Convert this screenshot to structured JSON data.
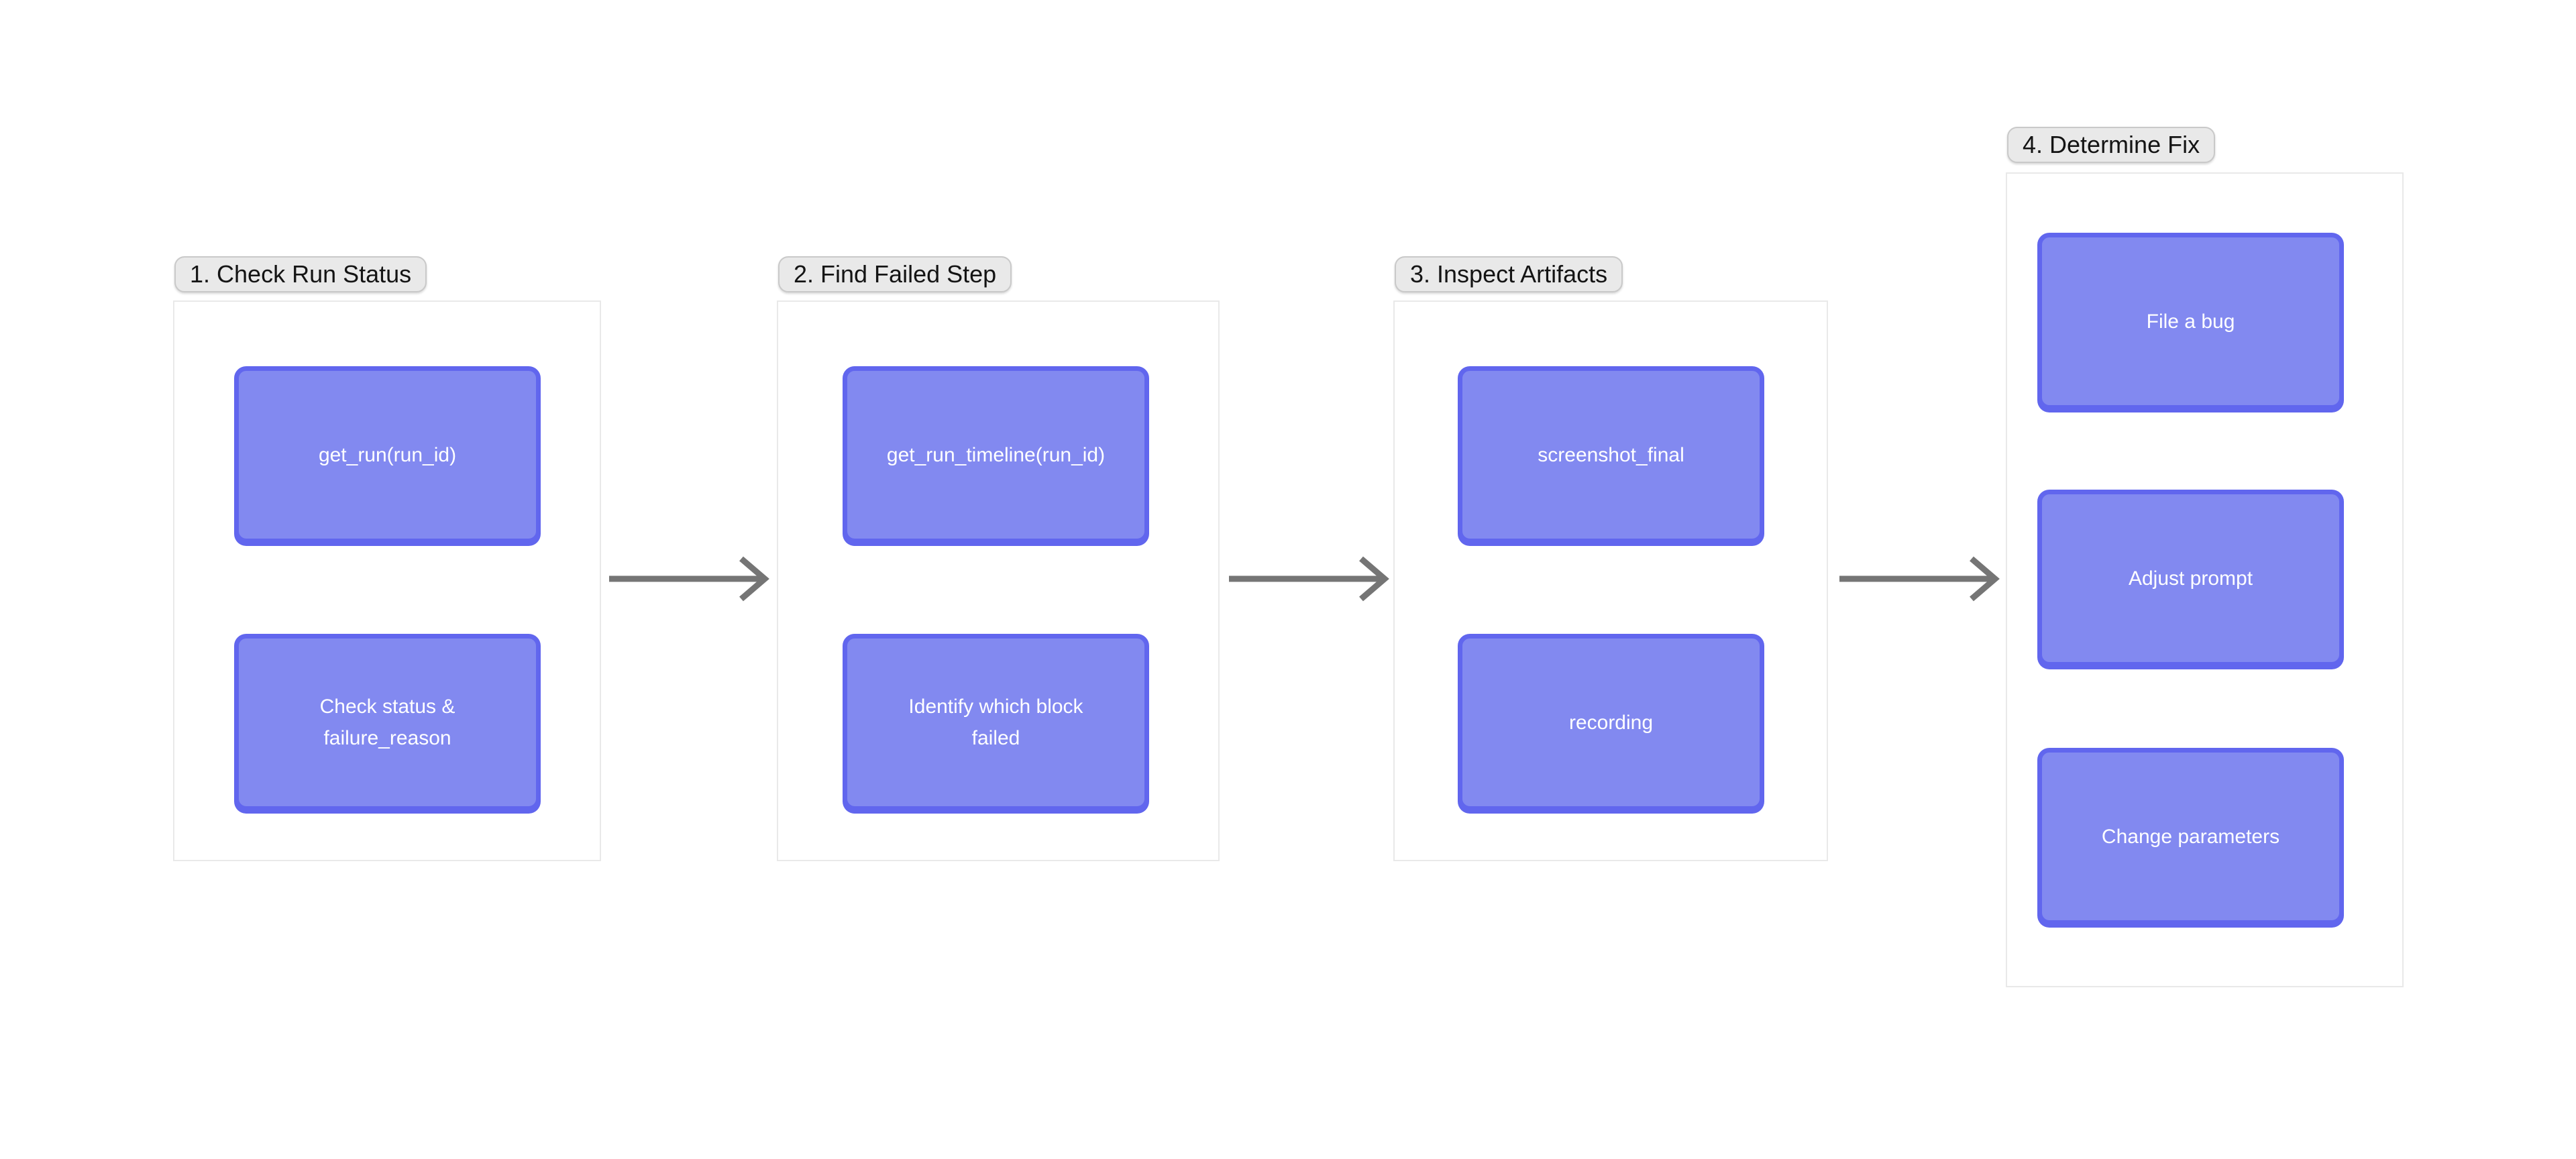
{
  "colors": {
    "canvas_bg": "#ffffff",
    "group_bg": "#ffffff",
    "group_border": "#e9e9e9",
    "badge_bg": "#e9e9e9",
    "badge_border": "#c9c9c9",
    "badge_text": "#141414",
    "node_fill": "#8289f0",
    "node_border": "#6166ee",
    "node_text": "#ffffff",
    "arrow": "#757575"
  },
  "groups": [
    {
      "label": "1. Check Run Status",
      "nodes": [
        {
          "lines": [
            "get_run(run_id)"
          ]
        },
        {
          "lines": [
            "Check status &",
            "failure_reason"
          ]
        }
      ]
    },
    {
      "label": "2. Find Failed Step",
      "nodes": [
        {
          "lines": [
            "get_run_timeline(run_id)"
          ]
        },
        {
          "lines": [
            "Identify which block",
            "failed"
          ]
        }
      ]
    },
    {
      "label": "3. Inspect Artifacts",
      "nodes": [
        {
          "lines": [
            "screenshot_final"
          ]
        },
        {
          "lines": [
            "recording"
          ]
        }
      ]
    },
    {
      "label": "4. Determine Fix",
      "nodes": [
        {
          "lines": [
            "File a bug"
          ]
        },
        {
          "lines": [
            "Adjust prompt"
          ]
        },
        {
          "lines": [
            "Change parameters"
          ]
        }
      ]
    }
  ],
  "arrows": [
    {
      "from": "step-1",
      "to": "step-2"
    },
    {
      "from": "step-2",
      "to": "step-3"
    },
    {
      "from": "step-3",
      "to": "step-4"
    }
  ]
}
